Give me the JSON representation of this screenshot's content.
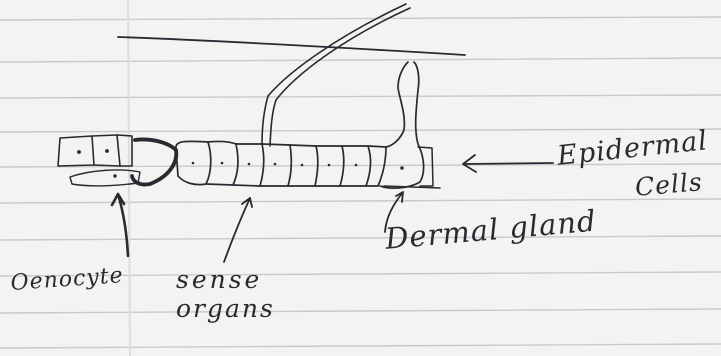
{
  "diagram": {
    "labels": {
      "epidermal_line1": "Epidermal",
      "epidermal_line2": "Cells",
      "dermal_gland": "Dermal gland",
      "sense_line1": "sense",
      "sense_line2": "organs",
      "oenocyte": "Oenocyte"
    },
    "colors": {
      "paper": "#f4f3f1",
      "ruled_line": "#c9c9cf",
      "ink": "#2a2830"
    }
  }
}
